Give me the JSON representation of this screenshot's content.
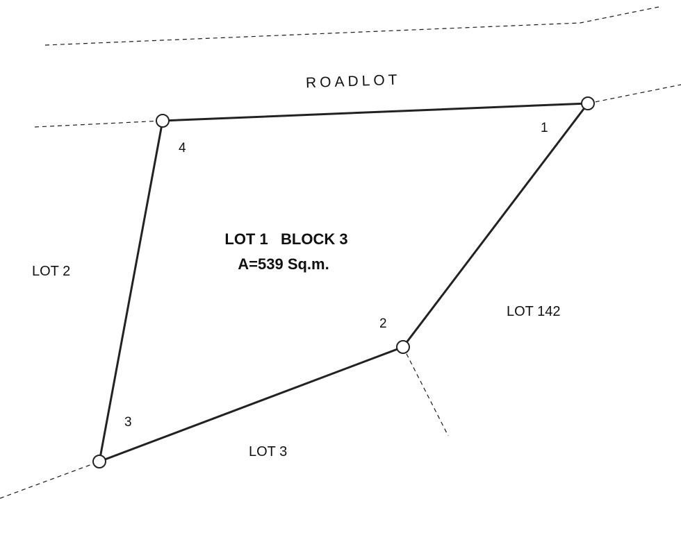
{
  "plan": {
    "road_label": "ROADLOT",
    "title": "LOT 1   BLOCK 3",
    "area": "A=539 Sq.m.",
    "corners": [
      {
        "number": "1"
      },
      {
        "number": "2"
      },
      {
        "number": "3"
      },
      {
        "number": "4"
      }
    ],
    "neighbors": {
      "west": "LOT 2",
      "east": "LOT 142",
      "south": "LOT 3"
    }
  }
}
